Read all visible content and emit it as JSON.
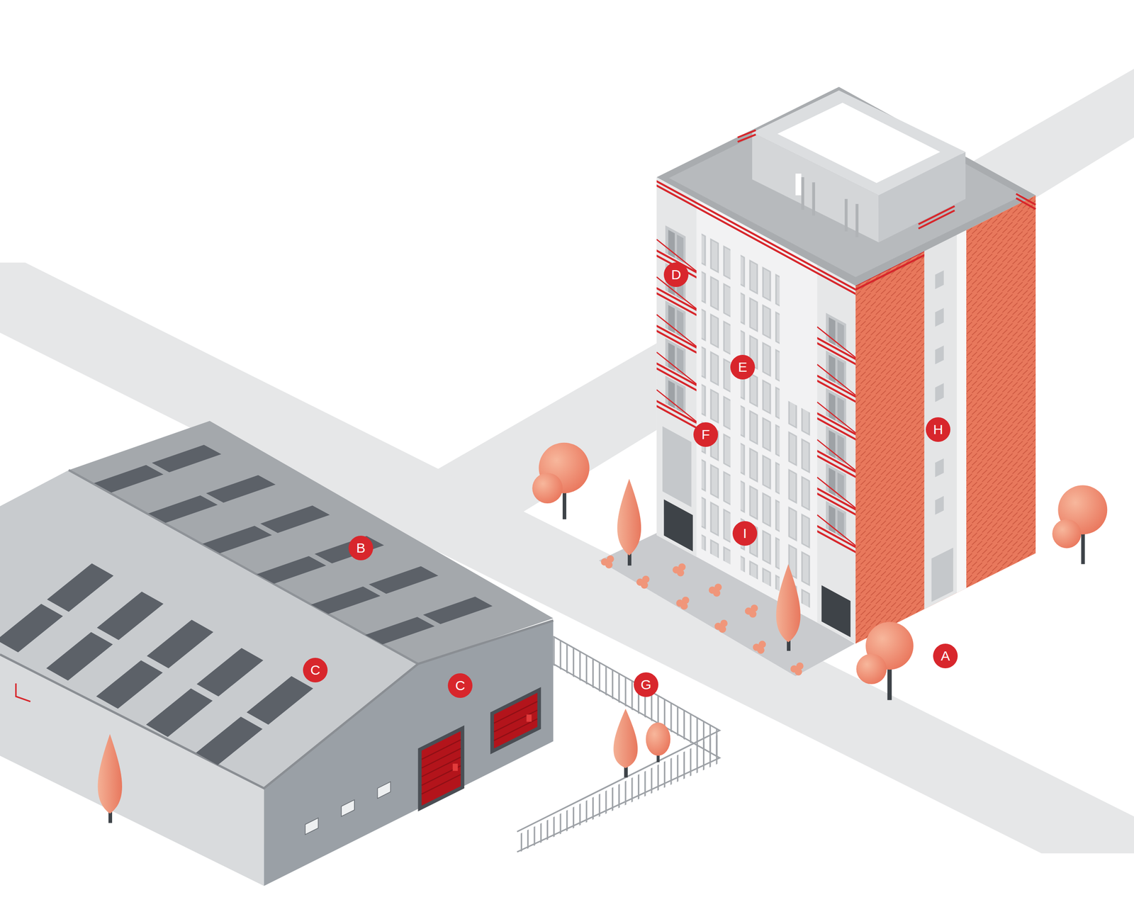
{
  "diagram": {
    "labels": [
      "D",
      "E",
      "F",
      "H",
      "I",
      "B",
      "A",
      "C",
      "C",
      "G"
    ]
  }
}
